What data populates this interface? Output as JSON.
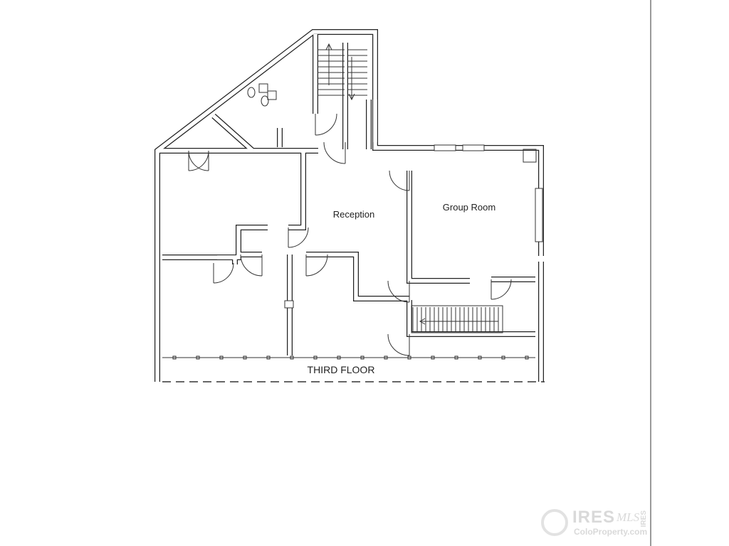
{
  "plan": {
    "rooms": [
      {
        "label": "Reception"
      },
      {
        "label": "Group Room"
      }
    ],
    "floor_label": "THIRD FLOOR"
  },
  "watermark": {
    "brand": "IRES",
    "suffix": "MLS",
    "site": "ColoProperty.com",
    "side": "IRES"
  }
}
